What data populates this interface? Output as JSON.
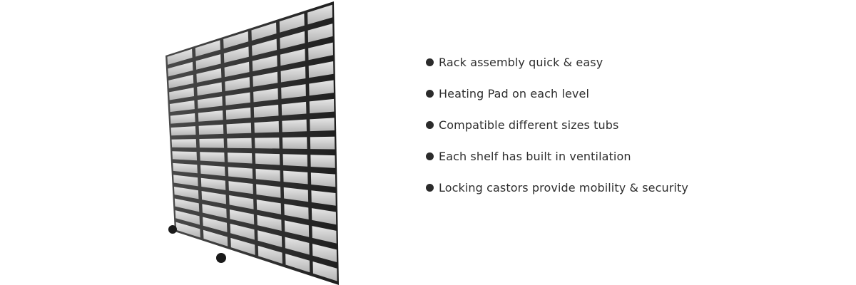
{
  "product": {
    "image_alt": "Reptile breeding rack with plastic tubs on black metal shelving and locking castors",
    "image_icon": "product-rack-photo"
  },
  "features": [
    {
      "icon": "bullet-dot-icon",
      "label": "Rack assembly quick & easy"
    },
    {
      "icon": "bullet-dot-icon",
      "label": "Heating Pad on each level"
    },
    {
      "icon": "bullet-dot-icon",
      "label": "Compatible different sizes tubs"
    },
    {
      "icon": "bullet-dot-icon",
      "label": "Each shelf has built in ventilation"
    },
    {
      "icon": "bullet-dot-icon",
      "label": "Locking castors provide mobility & security"
    }
  ],
  "colors": {
    "background": "#ffffff",
    "text": "#2e2e2e",
    "bullet": "#2b2b2b",
    "rack_frame": "#2a2a2a",
    "tub": "#c9c9c9"
  }
}
